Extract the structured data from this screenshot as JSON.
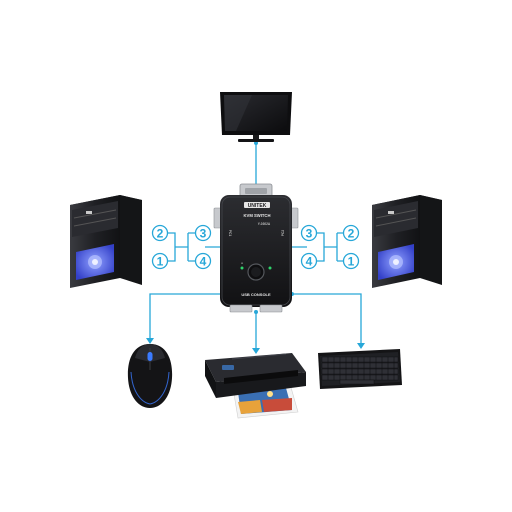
{
  "colors": {
    "connector": "#27a7d8",
    "device_dark": "#1c1c1e",
    "device_mid": "#2e2f33",
    "case_window": "#4f57e8",
    "switch_body": "#1b1b1d"
  },
  "kvm_switch": {
    "brand": "UNITEK",
    "model": "KVM SWITCH",
    "submodel": "Y-0302A",
    "console_label": "USB CONSOLE",
    "pc_label": "PC1",
    "pc2_label": "PC2"
  },
  "left_pc_ports": {
    "left_top": "2",
    "left_bottom": "1",
    "right_top": "3",
    "right_bottom": "4"
  },
  "right_pc_ports": {
    "left_top": "3",
    "left_bottom": "4",
    "right_top": "2",
    "right_bottom": "1"
  },
  "devices": {
    "monitor": "monitor-icon",
    "left_pc": "desktop-tower-icon",
    "right_pc": "desktop-tower-icon",
    "mouse": "mouse-icon",
    "printer": "printer-icon",
    "keyboard": "keyboard-icon"
  }
}
